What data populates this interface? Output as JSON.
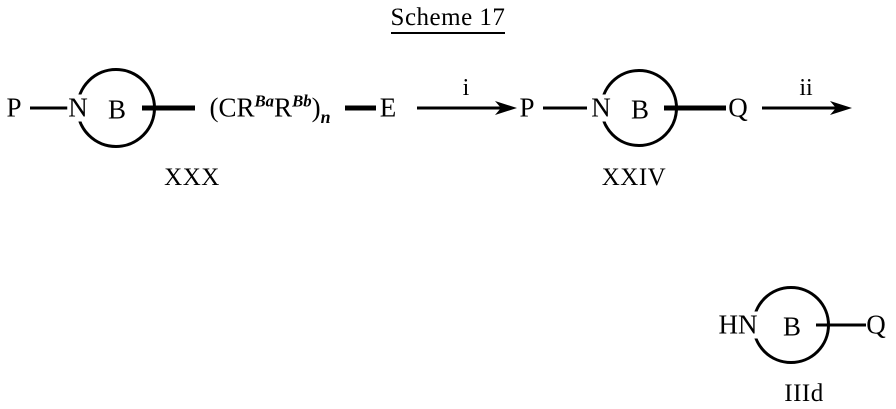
{
  "title": {
    "text": "Scheme 17"
  },
  "structures": [
    {
      "id": "xxx",
      "caption": "XXX",
      "left_atom": "P",
      "ring_left_atom": "N",
      "ring_inner_label": "B",
      "chain": {
        "open_paren": "(",
        "carbon": "CR",
        "sup1": "Ba",
        "carbon2": "R",
        "sup2": "Bb",
        "close_paren": ")",
        "sub": "n"
      },
      "right_atom": "E"
    },
    {
      "id": "xxiv",
      "caption": "XXIV",
      "left_atom": "P",
      "ring_left_atom": "N",
      "ring_inner_label": "B",
      "right_atom": "Q"
    },
    {
      "id": "iiid",
      "caption": "IIId",
      "ring_left_atom": "HN",
      "ring_inner_label": "B",
      "right_atom": "Q"
    }
  ],
  "arrows": [
    {
      "id": "step-i",
      "label": "i"
    },
    {
      "id": "step-ii",
      "label": "ii"
    }
  ],
  "colors": {
    "ink": "#000000",
    "paper": "#ffffff"
  }
}
